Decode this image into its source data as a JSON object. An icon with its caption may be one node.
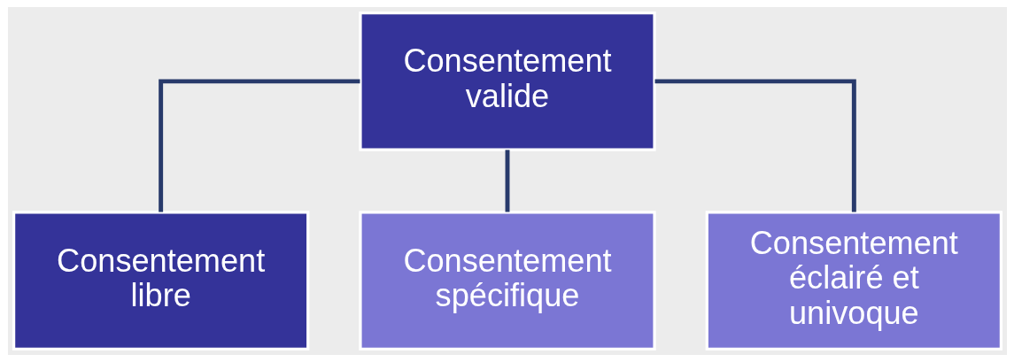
{
  "diagram": {
    "nodes": [
      {
        "text": [
          "Consentement valide"
        ]
      },
      {
        "text": [
          "Consentement libre"
        ]
      },
      {
        "text": [
          "Consentement spécifique"
        ]
      },
      {
        "text": [
          "Consentement éclairé et univoque"
        ]
      }
    ],
    "edges": [
      {
        "from": 0,
        "to": 1,
        "arrow": "none"
      },
      {
        "from": 0,
        "to": 2,
        "arrow": "none"
      },
      {
        "from": 0,
        "to": 3,
        "arrow": "none"
      }
    ]
  }
}
